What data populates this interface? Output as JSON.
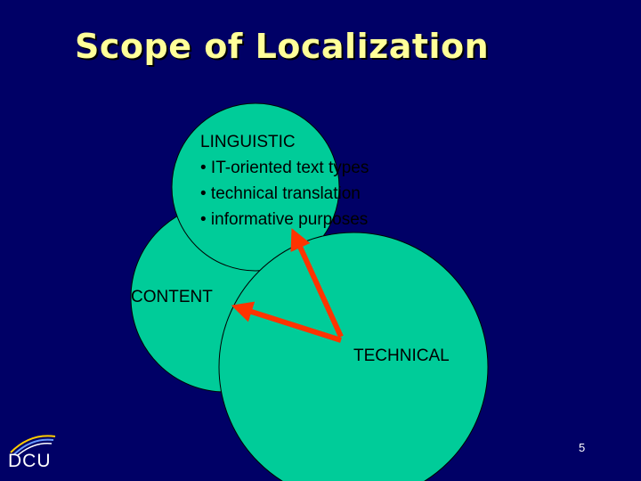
{
  "title": "Scope of Localization",
  "linguistic": {
    "heading": "LINGUISTIC",
    "items": [
      "• IT-oriented text types",
      "• technical translation",
      "• informative purposes"
    ]
  },
  "content_label": "CONTENT",
  "technical_label": "TECHNICAL",
  "page_number": "5",
  "logo_text": "DCU",
  "colors": {
    "background": "#000066",
    "title": "#ffff99",
    "circle_fill": "#00cc99",
    "arrow": "#ff3300"
  }
}
